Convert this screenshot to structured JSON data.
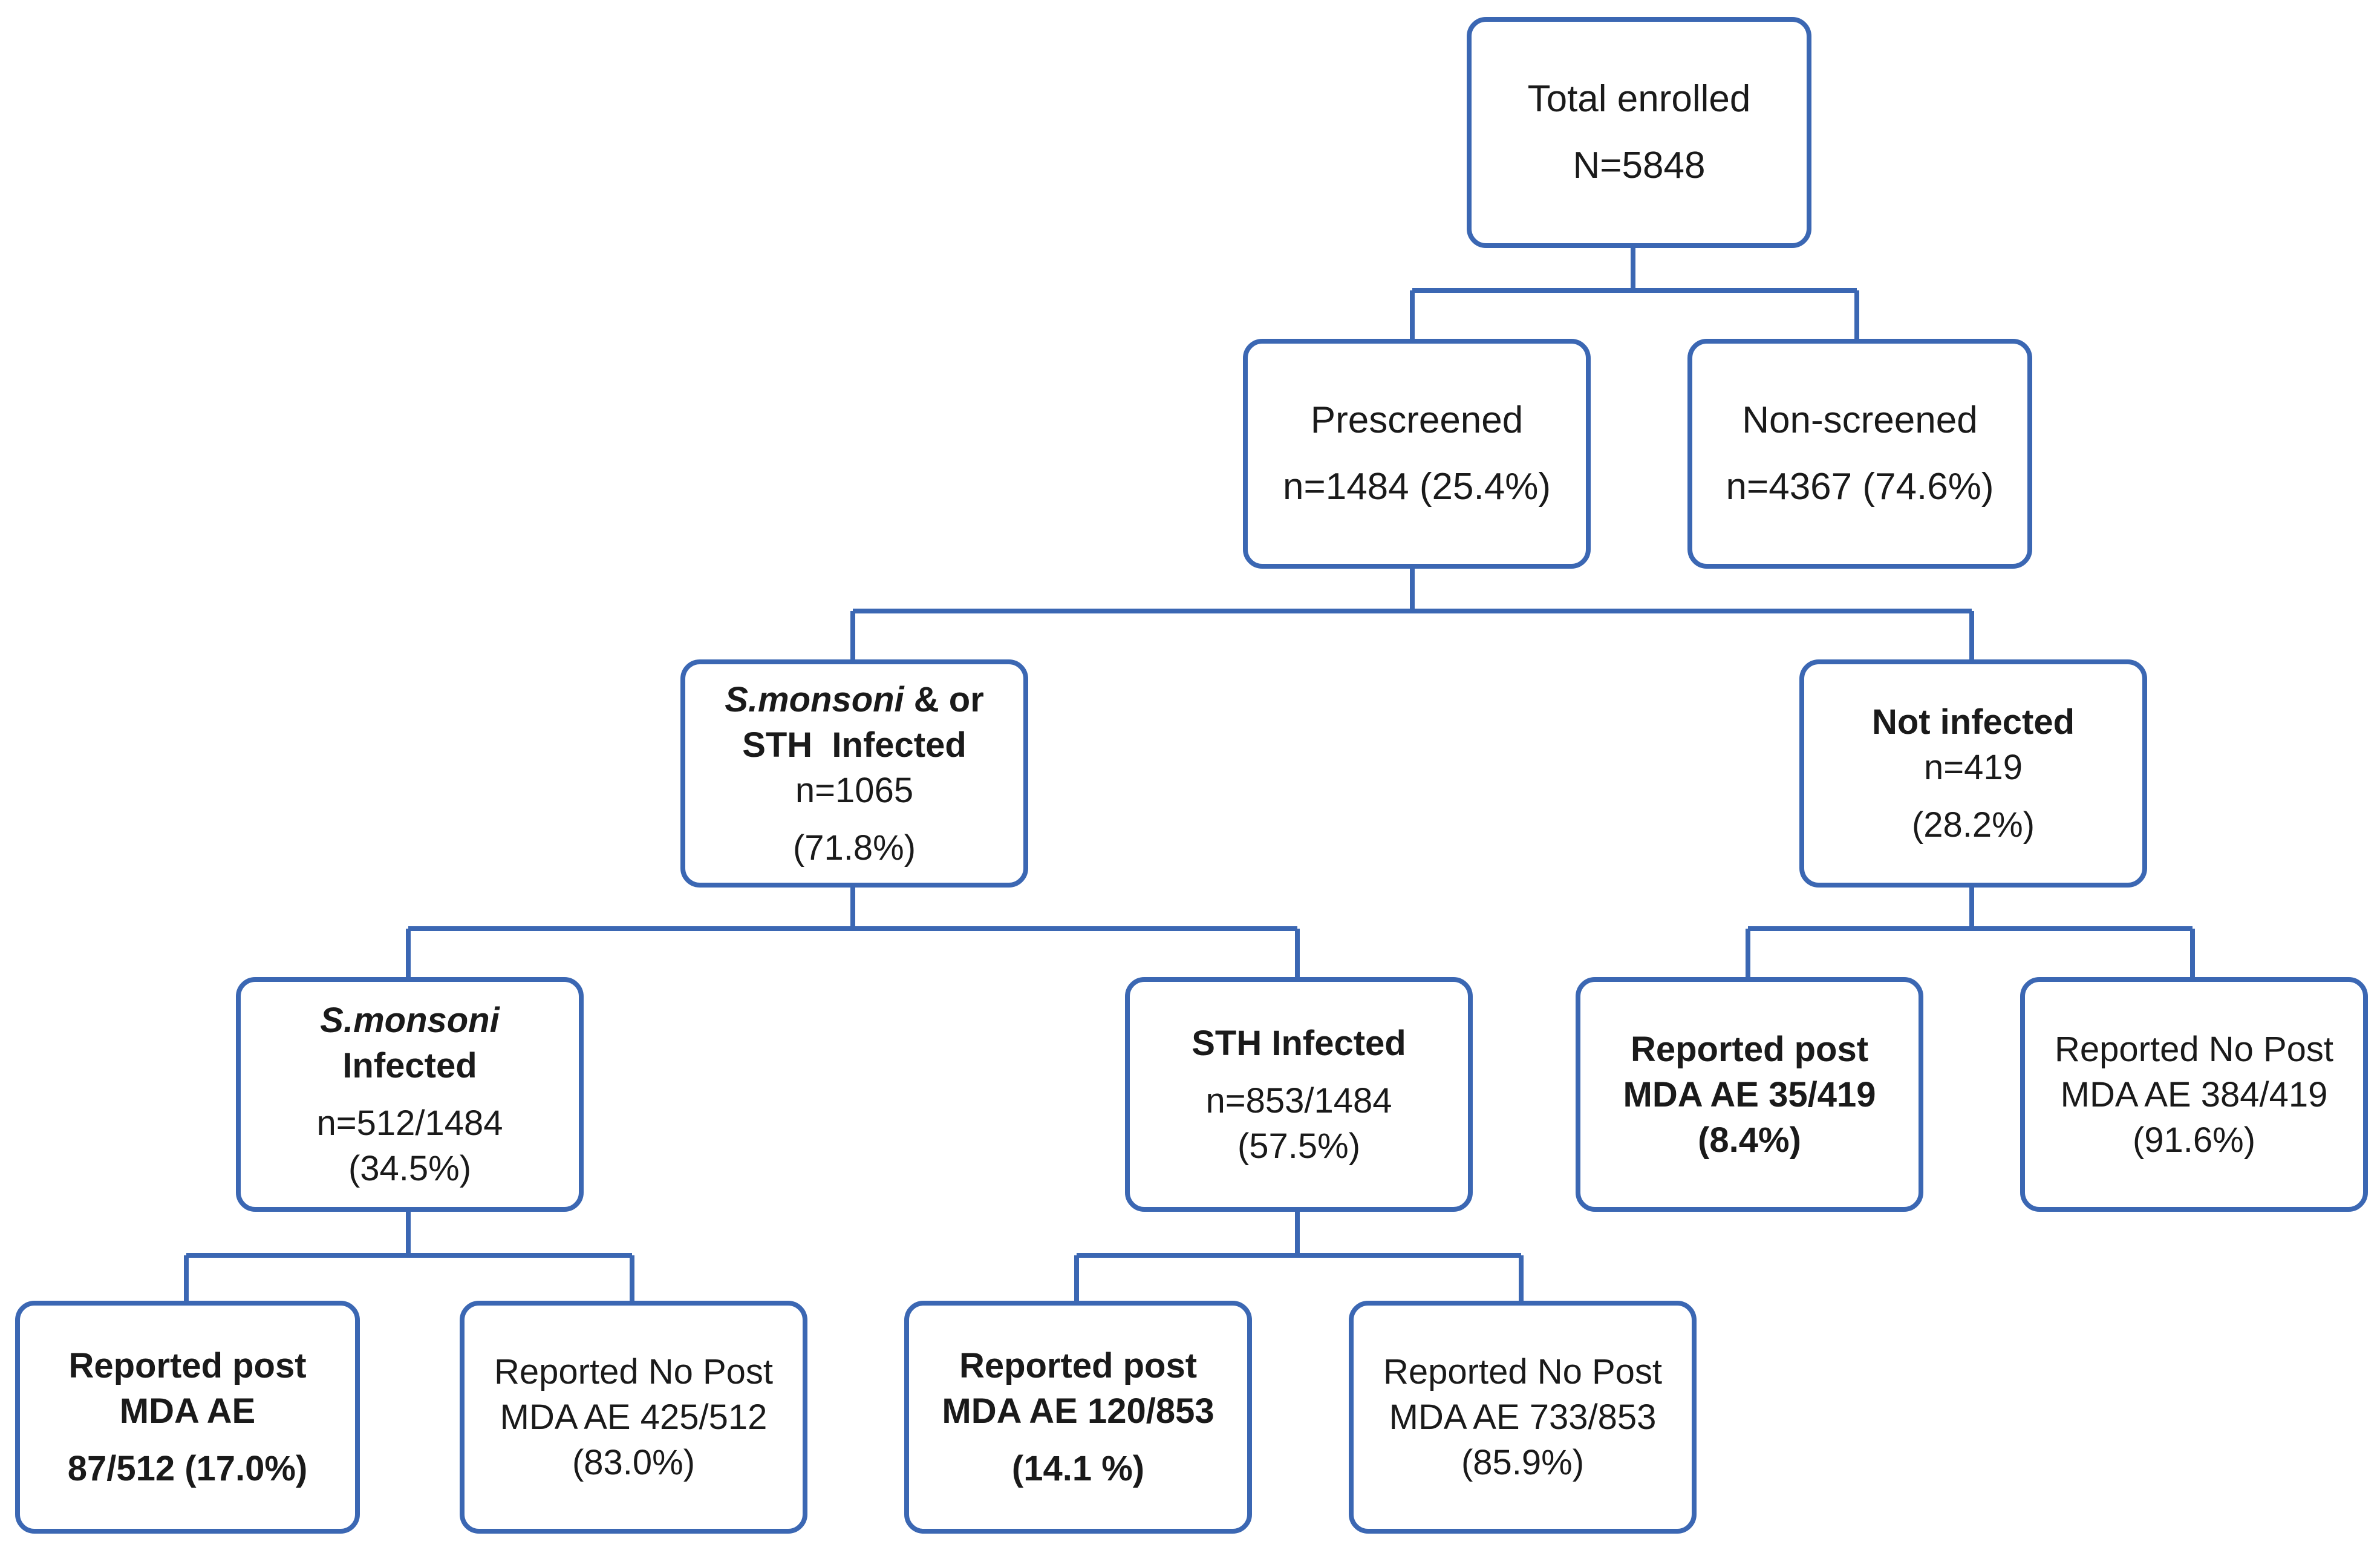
{
  "nodes": {
    "total": {
      "label": "Total enrolled",
      "count": "N=5848"
    },
    "prescreened": {
      "label": "Prescreened",
      "count": "n=1484 (25.4%)"
    },
    "non_screened": {
      "label": "Non-screened",
      "count": "n=4367 (74.6%)"
    },
    "infected": {
      "label_italic": "S.monsoni",
      "label_rest": " & or",
      "label_line2": "STH  Infected",
      "count": "n=1065",
      "percent": "(71.8%)"
    },
    "not_infected": {
      "label": "Not infected",
      "count": "n=419",
      "percent": "(28.2%)"
    },
    "sm_infected": {
      "label_italic": "S.monsoni",
      "label_line2": "Infected",
      "count": "n=512/1484",
      "percent": "(34.5%)"
    },
    "sth_infected": {
      "label": "STH Infected",
      "count": "n=853/1484",
      "percent": "(57.5%)"
    },
    "sm_reported": {
      "line1": "Reported post",
      "line2": "MDA AE",
      "line3": "87/512 (17.0%)"
    },
    "sm_no_post": {
      "line1": "Reported No Post",
      "line2": "MDA AE 425/512",
      "line3": "(83.0%)"
    },
    "sth_reported": {
      "line1": "Reported post",
      "line2": "MDA AE 120/853",
      "line3": "(14.1 %)"
    },
    "sth_no_post": {
      "line1": "Reported No Post",
      "line2": "MDA AE 733/853",
      "line3": "(85.9%)"
    },
    "ni_reported": {
      "line1": "Reported post",
      "line2": "MDA AE 35/419",
      "line3": "(8.4%)"
    },
    "ni_no_post": {
      "line1": "Reported No Post",
      "line2": "MDA AE 384/419",
      "line3": "(91.6%)"
    }
  },
  "colors": {
    "border": "#3b67b3",
    "text": "#1a1a1a"
  }
}
